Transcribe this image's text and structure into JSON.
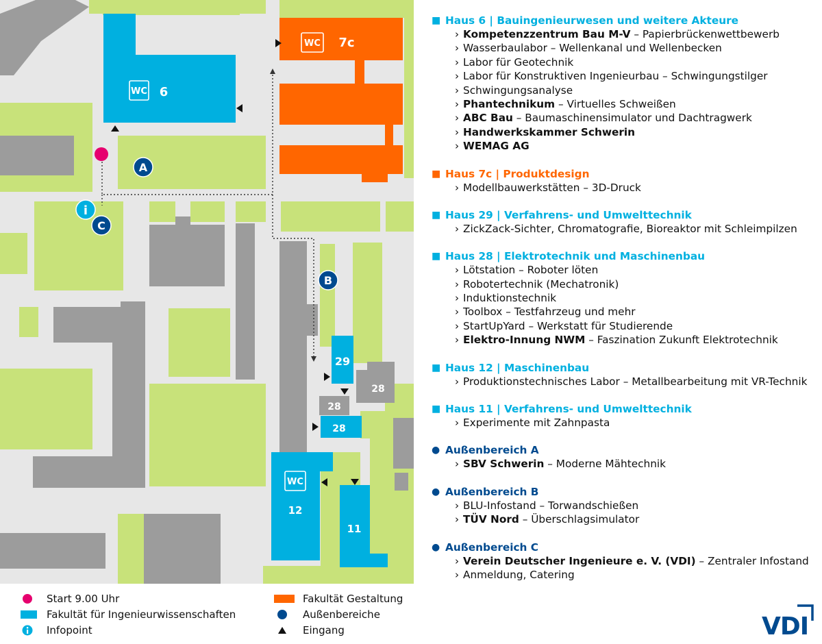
{
  "colors": {
    "engineering": "#00b0e0",
    "design": "#ff6600",
    "outdoor": "#004a8f",
    "start": "#e6006e",
    "green": "#c8e27a",
    "grey_building": "#9c9c9c",
    "ground": "#e7e7e7"
  },
  "map": {
    "buildings": [
      {
        "label": "6",
        "wc": "WC",
        "faculty": "Fakultät für Ingenieurwissenschaften"
      },
      {
        "label": "7c",
        "wc": "WC",
        "faculty": "Fakultät Gestaltung"
      },
      {
        "label": "29",
        "faculty": "Fakultät für Ingenieurwissenschaften"
      },
      {
        "label": "28",
        "faculty": "Fakultät für Ingenieurwissenschaften"
      },
      {
        "label": "28",
        "faculty": "grey"
      },
      {
        "label": "28",
        "faculty": "grey"
      },
      {
        "label": "12",
        "wc": "WC",
        "faculty": "Fakultät für Ingenieurwissenschaften"
      },
      {
        "label": "11",
        "faculty": "Fakultät für Ingenieurwissenschaften"
      }
    ],
    "outdoor_markers": [
      "A",
      "B",
      "C"
    ],
    "infopoint_glyph": "i"
  },
  "legend": {
    "start": "Start 9.00 Uhr",
    "engineering": "Fakultät für Ingenieurwissenschaften",
    "infopoint": "Infopoint",
    "design": "Fakultät Gestaltung",
    "outdoor": "Außenbereiche",
    "entrance": "Eingang"
  },
  "sections": [
    {
      "title": "Haus 6 | Bauingenieurwesen und weitere Akteure",
      "color": "#00b0e0",
      "bullet": "square",
      "items": [
        {
          "bold": "Kompetenzzentrum Bau M-V",
          "text": " – Papierbrückenwettbewerb"
        },
        {
          "bold": "",
          "text": "Wasserbaulabor – Wellenkanal und Wellenbecken"
        },
        {
          "bold": "",
          "text": "Labor für Geotechnik"
        },
        {
          "bold": "",
          "text": "Labor für Konstruktiven Ingenieurbau – Schwingungstilger"
        },
        {
          "bold": "",
          "text": "Schwingungsanalyse"
        },
        {
          "bold": "Phantechnikum",
          "text": " – Virtuelles Schweißen"
        },
        {
          "bold": "ABC Bau",
          "text": " – Baumaschinensimulator und Dachtragwerk"
        },
        {
          "bold": "Handwerkskammer Schwerin",
          "text": ""
        },
        {
          "bold": "WEMAG AG",
          "text": ""
        }
      ]
    },
    {
      "title": "Haus 7c | Produktdesign",
      "color": "#ff6600",
      "bullet": "square",
      "items": [
        {
          "bold": "",
          "text": "Modellbauwerkstätten – 3D-Druck"
        }
      ]
    },
    {
      "title": "Haus 29 | Verfahrens- und Umwelttechnik",
      "color": "#00b0e0",
      "bullet": "square",
      "items": [
        {
          "bold": "",
          "text": "ZickZack-Sichter, Chromatografie, Bioreaktor mit Schleimpilzen"
        }
      ]
    },
    {
      "title": "Haus 28 | Elektrotechnik und Maschinenbau",
      "color": "#00b0e0",
      "bullet": "square",
      "items": [
        {
          "bold": "",
          "text": "Lötstation – Roboter löten"
        },
        {
          "bold": "",
          "text": "Robotertechnik (Mechatronik)"
        },
        {
          "bold": "",
          "text": "Induktionstechnik"
        },
        {
          "bold": "",
          "text": "Toolbox – Testfahrzeug und mehr"
        },
        {
          "bold": "",
          "text": "StartUpYard – Werkstatt für Studierende"
        },
        {
          "bold": "Elektro-Innung NWM",
          "text": " – Faszination Zukunft Elektrotechnik"
        }
      ]
    },
    {
      "title": "Haus 12 | Maschinenbau",
      "color": "#00b0e0",
      "bullet": "square",
      "items": [
        {
          "bold": "",
          "text": "Produktionstechnisches Labor – Metallbearbeitung mit VR-Technik"
        }
      ]
    },
    {
      "title": "Haus 11 | Verfahrens- und Umwelttechnik",
      "color": "#00b0e0",
      "bullet": "square",
      "items": [
        {
          "bold": "",
          "text": "Experimente mit Zahnpasta"
        }
      ]
    },
    {
      "title": "Außenbereich A",
      "color": "#004a8f",
      "bullet": "dot",
      "items": [
        {
          "bold": "SBV Schwerin",
          "text": " – Moderne Mähtechnik"
        }
      ]
    },
    {
      "title": "Außenbereich B",
      "color": "#004a8f",
      "bullet": "dot",
      "items": [
        {
          "bold": "",
          "text": "BLU-Infostand – Torwandschießen"
        },
        {
          "bold": "TÜV Nord",
          "text": " – Überschlagsimulator"
        }
      ]
    },
    {
      "title": "Außenbereich C",
      "color": "#004a8f",
      "bullet": "dot",
      "items": [
        {
          "bold": "Verein Deutscher Ingenieure e. V. (VDI)",
          "text": " – Zentraler Infostand"
        },
        {
          "bold": "",
          "text": "Anmeldung, Catering"
        }
      ]
    }
  ],
  "logo": {
    "text": "VDI",
    "color": "#004a8f"
  }
}
